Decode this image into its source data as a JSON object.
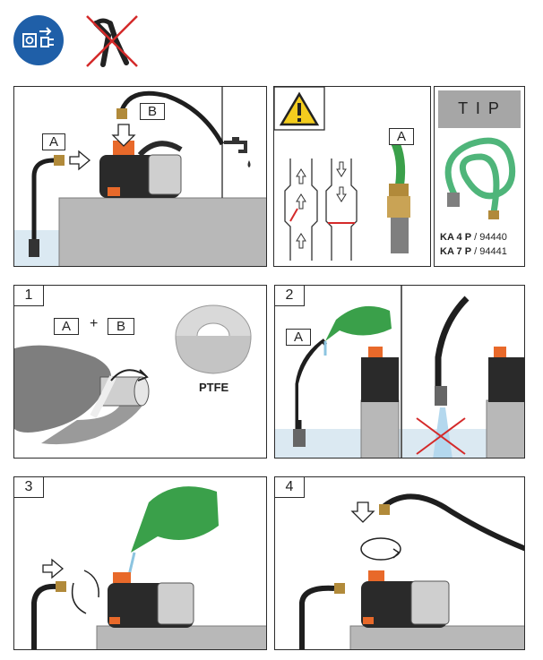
{
  "header": {
    "unplug_icon": "unplug-power-icon",
    "no_pliers_icon": "no-pliers-icon"
  },
  "panel_top": {
    "label_a": "A",
    "label_b": "B"
  },
  "panel_valve": {
    "warning_icon": "warning-triangle-icon",
    "label_a": "A"
  },
  "panel_tip": {
    "title": "T I P",
    "line1_model": "KA 4 P",
    "line1_sep": " / ",
    "line1_code": "94440",
    "line2_model": "KA 7 P",
    "line2_sep": " / ",
    "line2_code": "94441"
  },
  "step1": {
    "number": "1",
    "label_a": "A",
    "plus": "+",
    "label_b": "B",
    "tape": "PTFE"
  },
  "step2": {
    "number": "2",
    "label_a": "A"
  },
  "step3": {
    "number": "3"
  },
  "step4": {
    "number": "4"
  },
  "colors": {
    "brand_blue": "#1f5fa8",
    "cross_red": "#d42a2a",
    "hose_green": "#3aa04a",
    "pump_orange": "#e8692a",
    "water_blue": "#cfe3ef",
    "header_gray": "#9b9b9b"
  }
}
